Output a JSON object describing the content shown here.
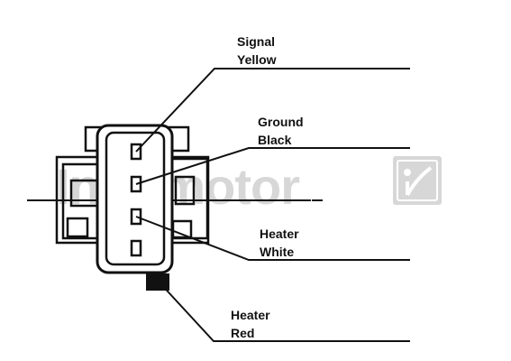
{
  "watermark": {
    "text": "Intermotor",
    "logo_icon": "intermotor-logo-icon"
  },
  "wires": [
    {
      "id": "signal",
      "function": "Signal",
      "color": "Yellow"
    },
    {
      "id": "ground",
      "function": "Ground",
      "color": "Black"
    },
    {
      "id": "heater-white",
      "function": "Heater",
      "color": "White"
    },
    {
      "id": "heater-red",
      "function": "Heater",
      "color": "Red"
    }
  ],
  "colors": {
    "line": "#111111",
    "watermark": "#b8b8b8"
  }
}
